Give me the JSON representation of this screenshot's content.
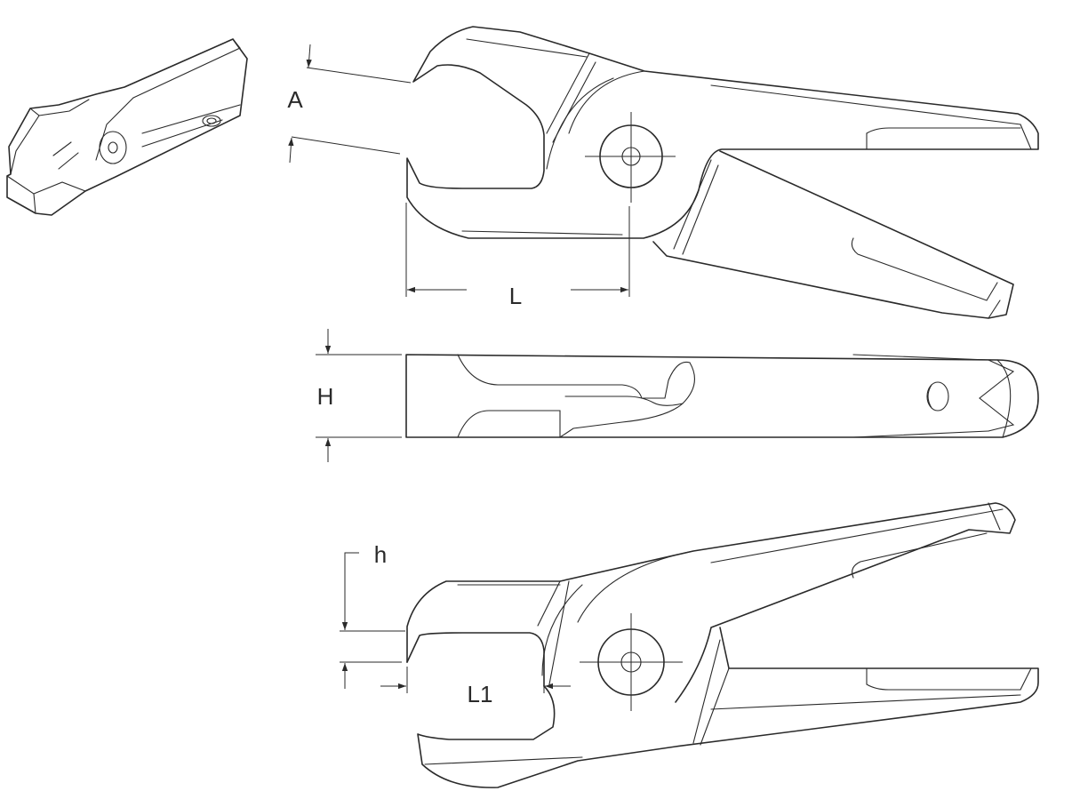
{
  "labels": {
    "A": "A",
    "L": "L",
    "H": "H",
    "h": "h",
    "L1": "L1"
  }
}
